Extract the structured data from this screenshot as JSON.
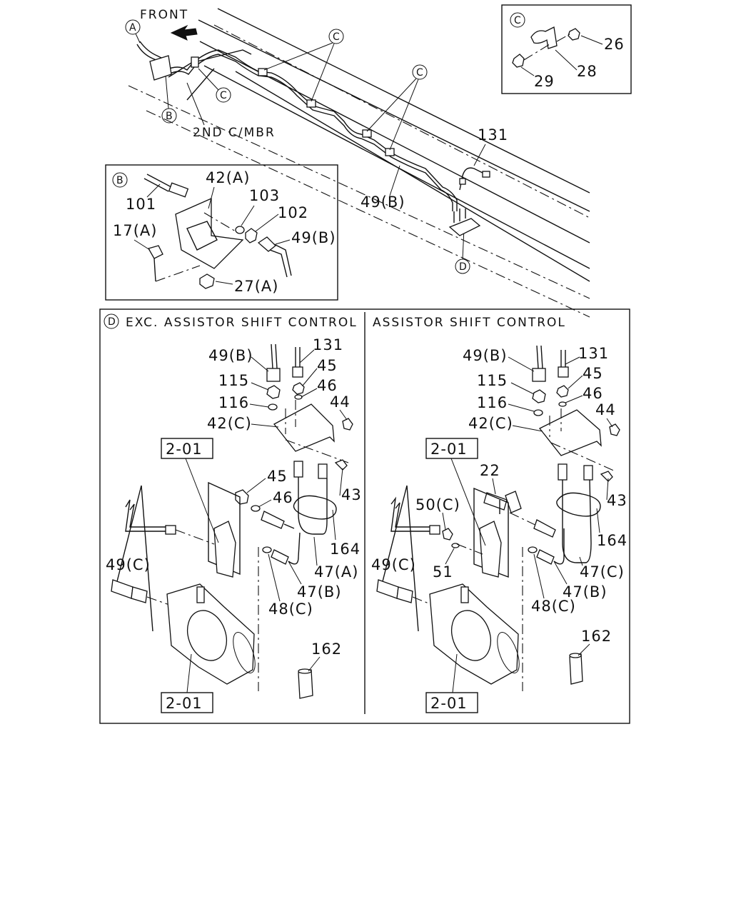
{
  "top": {
    "front_label": "FRONT",
    "member_label": "2ND C/MBR",
    "callouts": {
      "a": "A",
      "b": "B",
      "c": "C",
      "d": "D"
    },
    "part_131": "131",
    "part_49b": "49(B)"
  },
  "detail_c": {
    "circle": "C",
    "parts": {
      "p26": "26",
      "p28": "28",
      "p29": "29"
    }
  },
  "detail_b": {
    "circle": "B",
    "parts": {
      "p42a": "42(A)",
      "p101": "101",
      "p103": "103",
      "p102": "102",
      "p17a": "17(A)",
      "p49b": "49(B)",
      "p27a": "27(A)"
    }
  },
  "detail_d": {
    "circle": "D",
    "left": {
      "heading": "EXC. ASSISTOR SHIFT CONTROL",
      "parts": {
        "p49b": "49(B)",
        "p131": "131",
        "p115": "115",
        "p45a": "45",
        "p116": "116",
        "p46a": "46",
        "p44": "44",
        "p42c": "42(C)",
        "ref1": "2-01",
        "p45b": "45",
        "p46b": "46",
        "p43": "43",
        "p164": "164",
        "p49c": "49(C)",
        "p47a": "47(A)",
        "p47b": "47(B)",
        "p48c": "48(C)",
        "p162": "162",
        "ref2": "2-01"
      }
    },
    "right": {
      "heading": "ASSISTOR SHIFT CONTROL",
      "parts": {
        "p49b": "49(B)",
        "p131": "131",
        "p115": "115",
        "p45": "45",
        "p116": "116",
        "p46": "46",
        "p44": "44",
        "p42c": "42(C)",
        "ref1": "2-01",
        "p22": "22",
        "p50c": "50(C)",
        "p43": "43",
        "p164": "164",
        "p49c": "49(C)",
        "p51": "51",
        "p47c": "47(C)",
        "p47b": "47(B)",
        "p48c": "48(C)",
        "p162": "162",
        "ref2": "2-01"
      }
    }
  }
}
